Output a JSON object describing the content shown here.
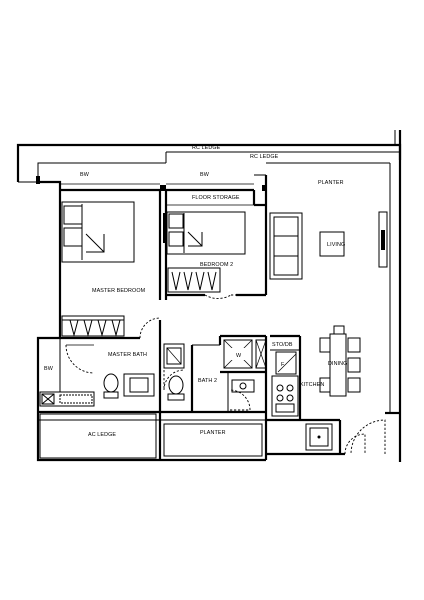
{
  "labels": {
    "rc_ledge_top": "RC LEDGE",
    "rc_ledge_mid": "RC LEDGE",
    "bw_top_left": "BW",
    "bw_top_mid": "BW",
    "floor_storage": "FLOOR STORAGE",
    "planter_top": "PLANTER",
    "living": "LIVING",
    "master_bedroom": "MASTER BEDROOM",
    "bedroom_2": "BEDROOM 2",
    "master_bath": "MASTER BATH",
    "bw_left": "BW",
    "w": "W",
    "store": "STO/DB",
    "f": "F",
    "kitchen": "KITCHEN",
    "dining": "DINING",
    "bath_2": "BATH 2",
    "ac_ledge": "AC LEDGE",
    "planter_bottom": "PLANTER"
  }
}
